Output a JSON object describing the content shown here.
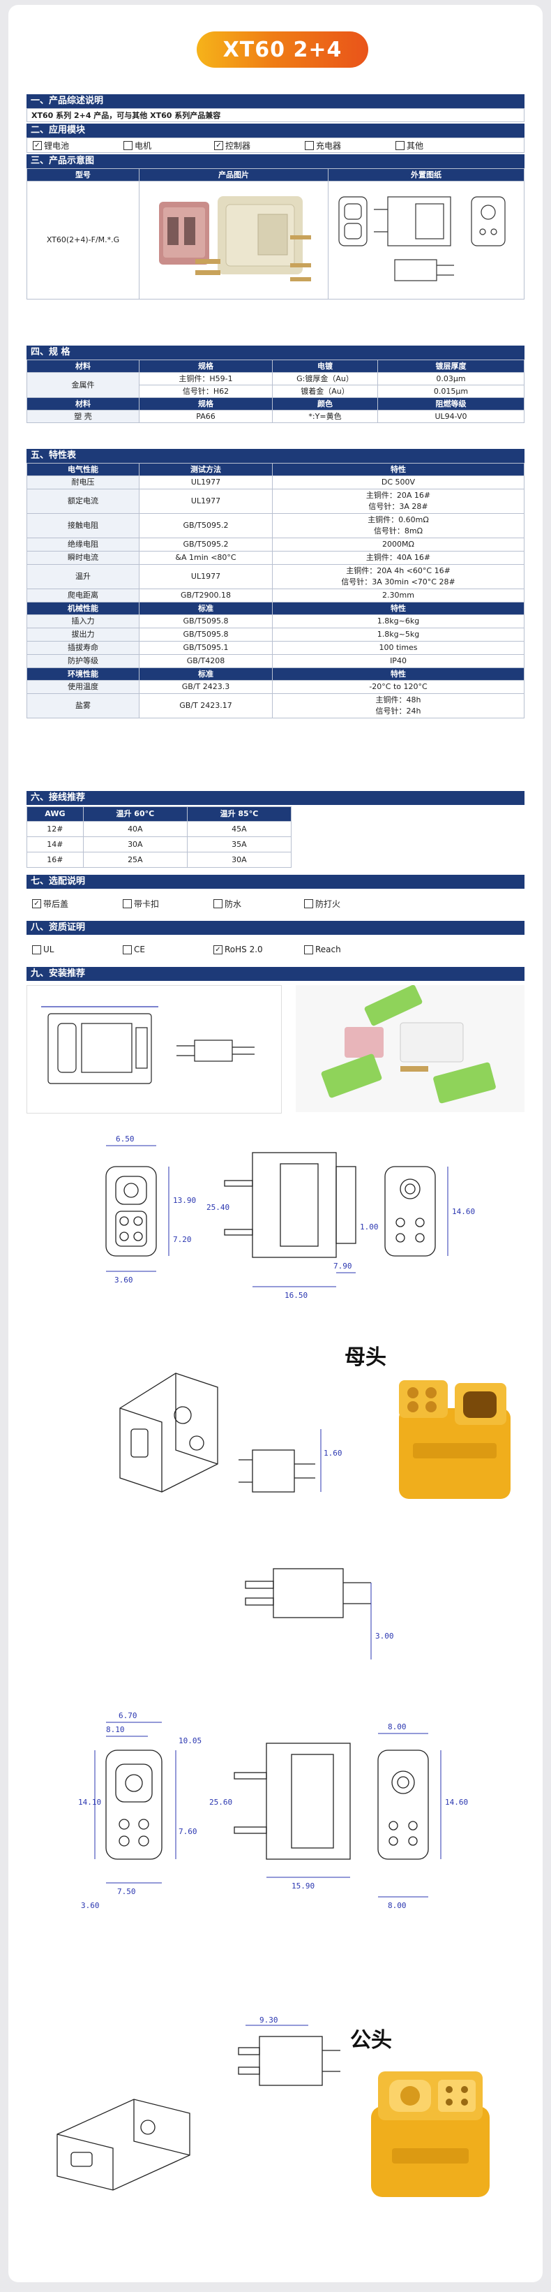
{
  "title": "XT60 2+4",
  "s1": {
    "heading": "一、产品综述说明",
    "text": "XT60 系列 2+4 产品，可与其他 XT60 系列产品兼容"
  },
  "s2": {
    "heading": "二、应用模块",
    "options": [
      {
        "label": "锂电池",
        "checked": true
      },
      {
        "label": "电机",
        "checked": false
      },
      {
        "label": "控制器",
        "checked": true
      },
      {
        "label": "充电器",
        "checked": false
      },
      {
        "label": "其他",
        "checked": false
      }
    ]
  },
  "s3": {
    "heading": "三、产品示意图",
    "cols": [
      "型号",
      "产品图片",
      "外置图纸"
    ],
    "model": "XT60(2+4)-F/M.*.G"
  },
  "s4": {
    "heading": "四、规 格",
    "cols": [
      "材料",
      "规格",
      "电镀",
      "镀层厚度"
    ],
    "metal_label": "金属件",
    "metal": [
      [
        "主铜件：H59-1",
        "G:镀厚金（Au）",
        "0.03μm"
      ],
      [
        "信号针：H62",
        "镀着金（Au）",
        "0.015μm"
      ]
    ],
    "cols2": [
      "材料",
      "规格",
      "颜色",
      "阻燃等级"
    ],
    "plastic": [
      "塑 壳",
      "PA66",
      "*:Y=黄色",
      "UL94-V0"
    ]
  },
  "s5": {
    "heading": "五、特性表",
    "elec_cols": [
      "电气性能",
      "测试方法",
      "特性"
    ],
    "elec": [
      {
        "name": "耐电压",
        "method": "UL1977",
        "spec": [
          "DC 500V"
        ]
      },
      {
        "name": "额定电流",
        "method": "UL1977",
        "spec": [
          "主铜件：20A 16#",
          "信号针：3A  28#"
        ]
      },
      {
        "name": "接触电阻",
        "method": "GB/T5095.2",
        "spec": [
          "主铜件：0.60mΩ",
          "信号针：8mΩ"
        ]
      },
      {
        "name": "绝缘电阻",
        "method": "GB/T5095.2",
        "spec": [
          "2000MΩ"
        ]
      },
      {
        "name": "瞬时电流",
        "method": "&A 1min <80°C",
        "spec": [
          "主铜件：40A 16#"
        ]
      },
      {
        "name": "温升",
        "method": "UL1977",
        "spec": [
          "主铜件：20A  4h  <60°C 16#",
          "信号针：3A  30min <70°C 28#"
        ]
      },
      {
        "name": "爬电距离",
        "method": "GB/T2900.18",
        "spec": [
          "2.30mm"
        ]
      }
    ],
    "mech_cols": [
      "机械性能",
      "标准",
      "特性"
    ],
    "mech": [
      {
        "name": "插入力",
        "method": "GB/T5095.8",
        "spec": [
          "1.8kg~6kg"
        ]
      },
      {
        "name": "拔出力",
        "method": "GB/T5095.8",
        "spec": [
          "1.8kg~5kg"
        ]
      },
      {
        "name": "插拔寿命",
        "method": "GB/T5095.1",
        "spec": [
          "100 times"
        ]
      },
      {
        "name": "防护等级",
        "method": "GB/T4208",
        "spec": [
          "IP40"
        ]
      }
    ],
    "env_cols": [
      "环境性能",
      "标准",
      "特性"
    ],
    "env": [
      {
        "name": "使用温度",
        "method": "GB/T 2423.3",
        "spec": [
          "-20°C to 120°C"
        ]
      },
      {
        "name": "盐雾",
        "method": "GB/T 2423.17",
        "spec": [
          "主铜件：48h",
          "信号针：24h"
        ]
      }
    ]
  },
  "s6": {
    "heading": "六、接线推荐",
    "cols": [
      "AWG",
      "温升 60°C",
      "温升 85°C"
    ],
    "rows": [
      [
        "12#",
        "40A",
        "45A"
      ],
      [
        "14#",
        "30A",
        "35A"
      ],
      [
        "16#",
        "25A",
        "30A"
      ]
    ]
  },
  "s7": {
    "heading": "七、选配说明",
    "options": [
      {
        "label": "带后盖",
        "checked": true
      },
      {
        "label": "带卡扣",
        "checked": false
      },
      {
        "label": "防水",
        "checked": false
      },
      {
        "label": "防打火",
        "checked": false
      }
    ]
  },
  "s8": {
    "heading": "八、资质证明",
    "options": [
      {
        "label": "UL",
        "checked": false
      },
      {
        "label": "CE",
        "checked": false
      },
      {
        "label": "RoHS 2.0",
        "checked": true
      },
      {
        "label": "Reach",
        "checked": false
      }
    ]
  },
  "s9": {
    "heading": "九、安装推荐"
  },
  "female": {
    "label": "母头",
    "dims": [
      "6.50",
      "13.90",
      "25.40",
      "7.20",
      "3.60",
      "7.90",
      "16.50",
      "14.60",
      "1.00",
      "1.60",
      "3.00"
    ]
  },
  "male": {
    "label": "公头",
    "dims": [
      "6.70",
      "8.10",
      "10.05",
      "14.10",
      "25.60",
      "7.60",
      "7.50",
      "3.60",
      "15.90",
      "8.00",
      "14.60",
      "8.00",
      "9.30"
    ]
  },
  "colors": {
    "accent": "#1d3a78",
    "yellow": "#f3b219",
    "orange": "#e9541a",
    "dim": "#2a36b0"
  }
}
